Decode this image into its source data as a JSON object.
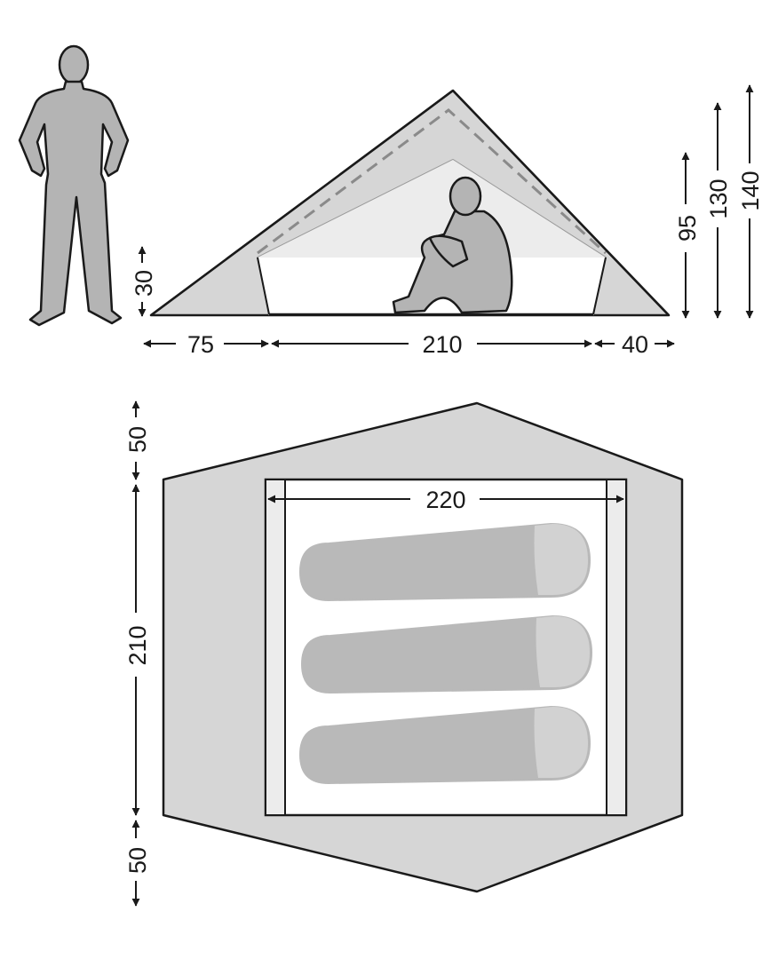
{
  "side_view": {
    "dims": {
      "left_wall_height": "30",
      "vestibule_left": "75",
      "inner_length": "210",
      "vestibule_right": "40",
      "inner_height": "95",
      "pole_height": "130",
      "peak_height": "140"
    }
  },
  "top_view": {
    "dims": {
      "vestibule_top": "50",
      "inner_width": "210",
      "vestibule_bottom": "50",
      "inner_length": "220"
    },
    "sleeping_bag_count": 3
  },
  "colors": {
    "outline": "#1a1a1a",
    "figure_gray": "#b4b4b4",
    "fly_gray": "#d6d6d6",
    "inner_light": "#ececec",
    "bag_gray": "#b9b9b9",
    "bag_head": "#d2d2d2"
  },
  "icons": [
    "standing-person-icon",
    "sitting-person-icon",
    "sleeping-bag-icon"
  ]
}
